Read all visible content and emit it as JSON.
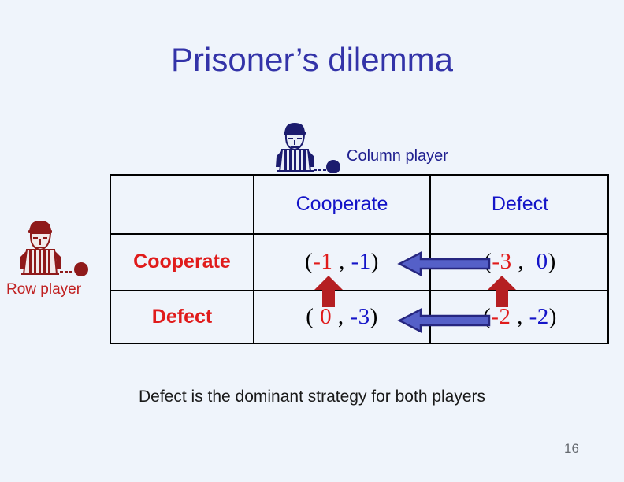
{
  "slide": {
    "title": "Prisoner’s dilemma",
    "page_number": "16",
    "footer_note": "Defect is the dominant strategy for both players",
    "background_color": "#eff4fb",
    "title_color": "#3333a8"
  },
  "players": {
    "column": {
      "label": "Column player",
      "color": "#1f1f8f",
      "icon": "prisoner-figure-blue"
    },
    "row": {
      "label": "Row player",
      "color": "#c02020",
      "icon": "prisoner-figure-red"
    }
  },
  "matrix": {
    "corner_label": "",
    "column_headers": [
      "Cooperate",
      "Defect"
    ],
    "row_headers": [
      "Cooperate",
      "Defect"
    ],
    "column_header_color": "#1414c8",
    "row_header_color": "#e01b1b",
    "cells": {
      "cc": {
        "open": "(",
        "row_value": "-1",
        "comma": " , ",
        "col_value": "-1",
        "close": ")"
      },
      "cd": {
        "open": "(",
        "row_value": "-3",
        "comma": " ,  ",
        "col_value": "0",
        "close": ")"
      },
      "dc": {
        "open": "( ",
        "row_value": "0",
        "comma": " , ",
        "col_value": "-3",
        "close": ")"
      },
      "dd": {
        "open": "(",
        "row_value": "-2",
        "comma": " , ",
        "col_value": "-2",
        "close": ")"
      }
    }
  },
  "arrows": {
    "row_arrow_color": "#b51f22",
    "column_arrow_fill": "#5560c8",
    "column_arrow_stroke": "#262680",
    "items": [
      {
        "name": "arrow-up-cooperate-column",
        "direction": "up"
      },
      {
        "name": "arrow-up-defect-column",
        "direction": "up"
      },
      {
        "name": "arrow-left-top-row",
        "direction": "left"
      },
      {
        "name": "arrow-left-bottom-row",
        "direction": "left"
      }
    ]
  }
}
